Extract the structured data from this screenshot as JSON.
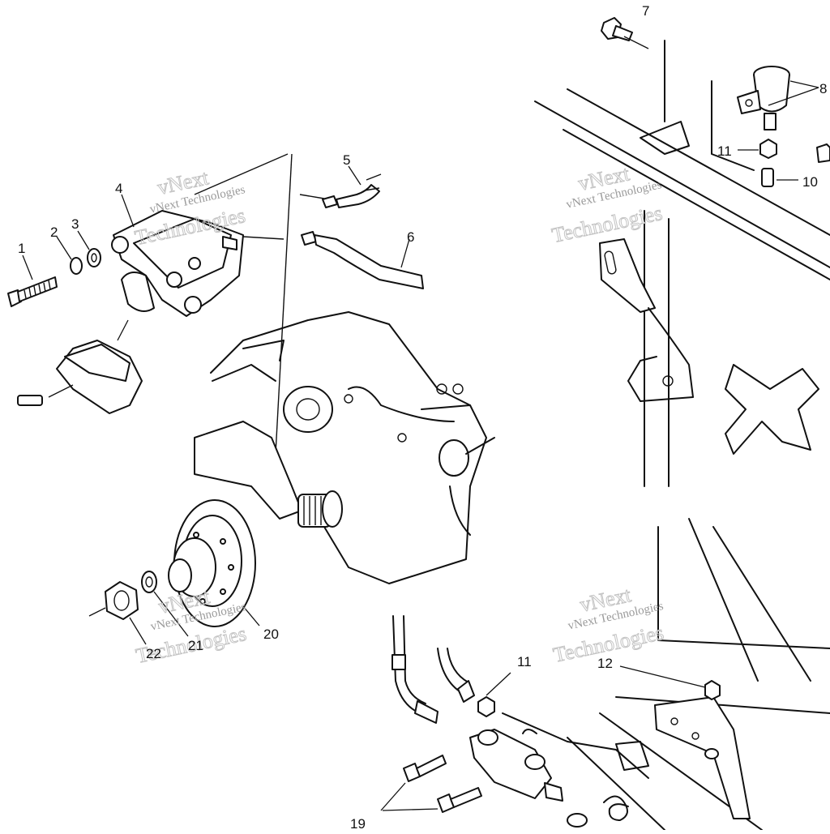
{
  "diagram": {
    "part_labels": [
      "1",
      "2",
      "3",
      "4",
      "5",
      "6",
      "7",
      "8",
      "10",
      "11",
      "11",
      "12",
      "19",
      "20",
      "21",
      "22"
    ],
    "watermark": {
      "line1": "vNext Technologies",
      "line2": "vNext",
      "line3": "Technologies"
    }
  }
}
